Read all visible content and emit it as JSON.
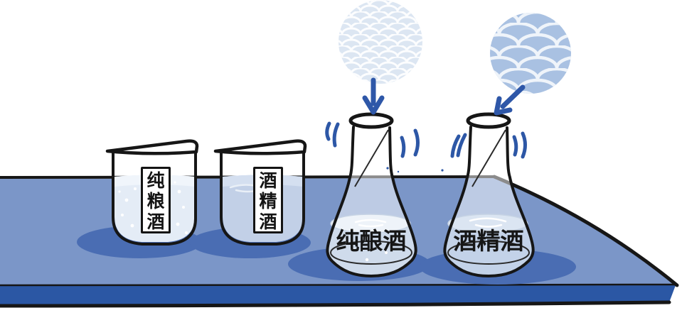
{
  "illustration": {
    "background_color": "#ffffff",
    "table": {
      "top_color": "#7b96c8",
      "front_color": "#2b57a4",
      "shadow_color": "#4a6db3",
      "outline_color": "#161616"
    },
    "beakers": [
      {
        "label": "纯粮酒",
        "liquid_color": "#e4ecf6",
        "surface_color": "#f0f5fb"
      },
      {
        "label": "酒精酒",
        "liquid_color": "#c2d0e7",
        "surface_color": "#d4dff0"
      }
    ],
    "flasks": [
      {
        "label": "纯酿酒",
        "liquid_color": "#cfdbeb",
        "surface_color": "#eef3f9"
      },
      {
        "label": "酒精酒",
        "liquid_color": "#c3d2e8",
        "surface_color": "#dbe5f2"
      }
    ],
    "magnified_views": [
      {
        "name": "fine-bubble-texture",
        "fill_color": "#dce6f2",
        "arc_color": "#ffffff"
      },
      {
        "name": "coarse-bubble-texture",
        "fill_color": "#a9c1e2",
        "arc_color": "#f2f6fb"
      }
    ],
    "arrow_color": "#2e57a8",
    "vibration_mark_color": "#2d57a6",
    "glass_outline_color": "#161616"
  }
}
